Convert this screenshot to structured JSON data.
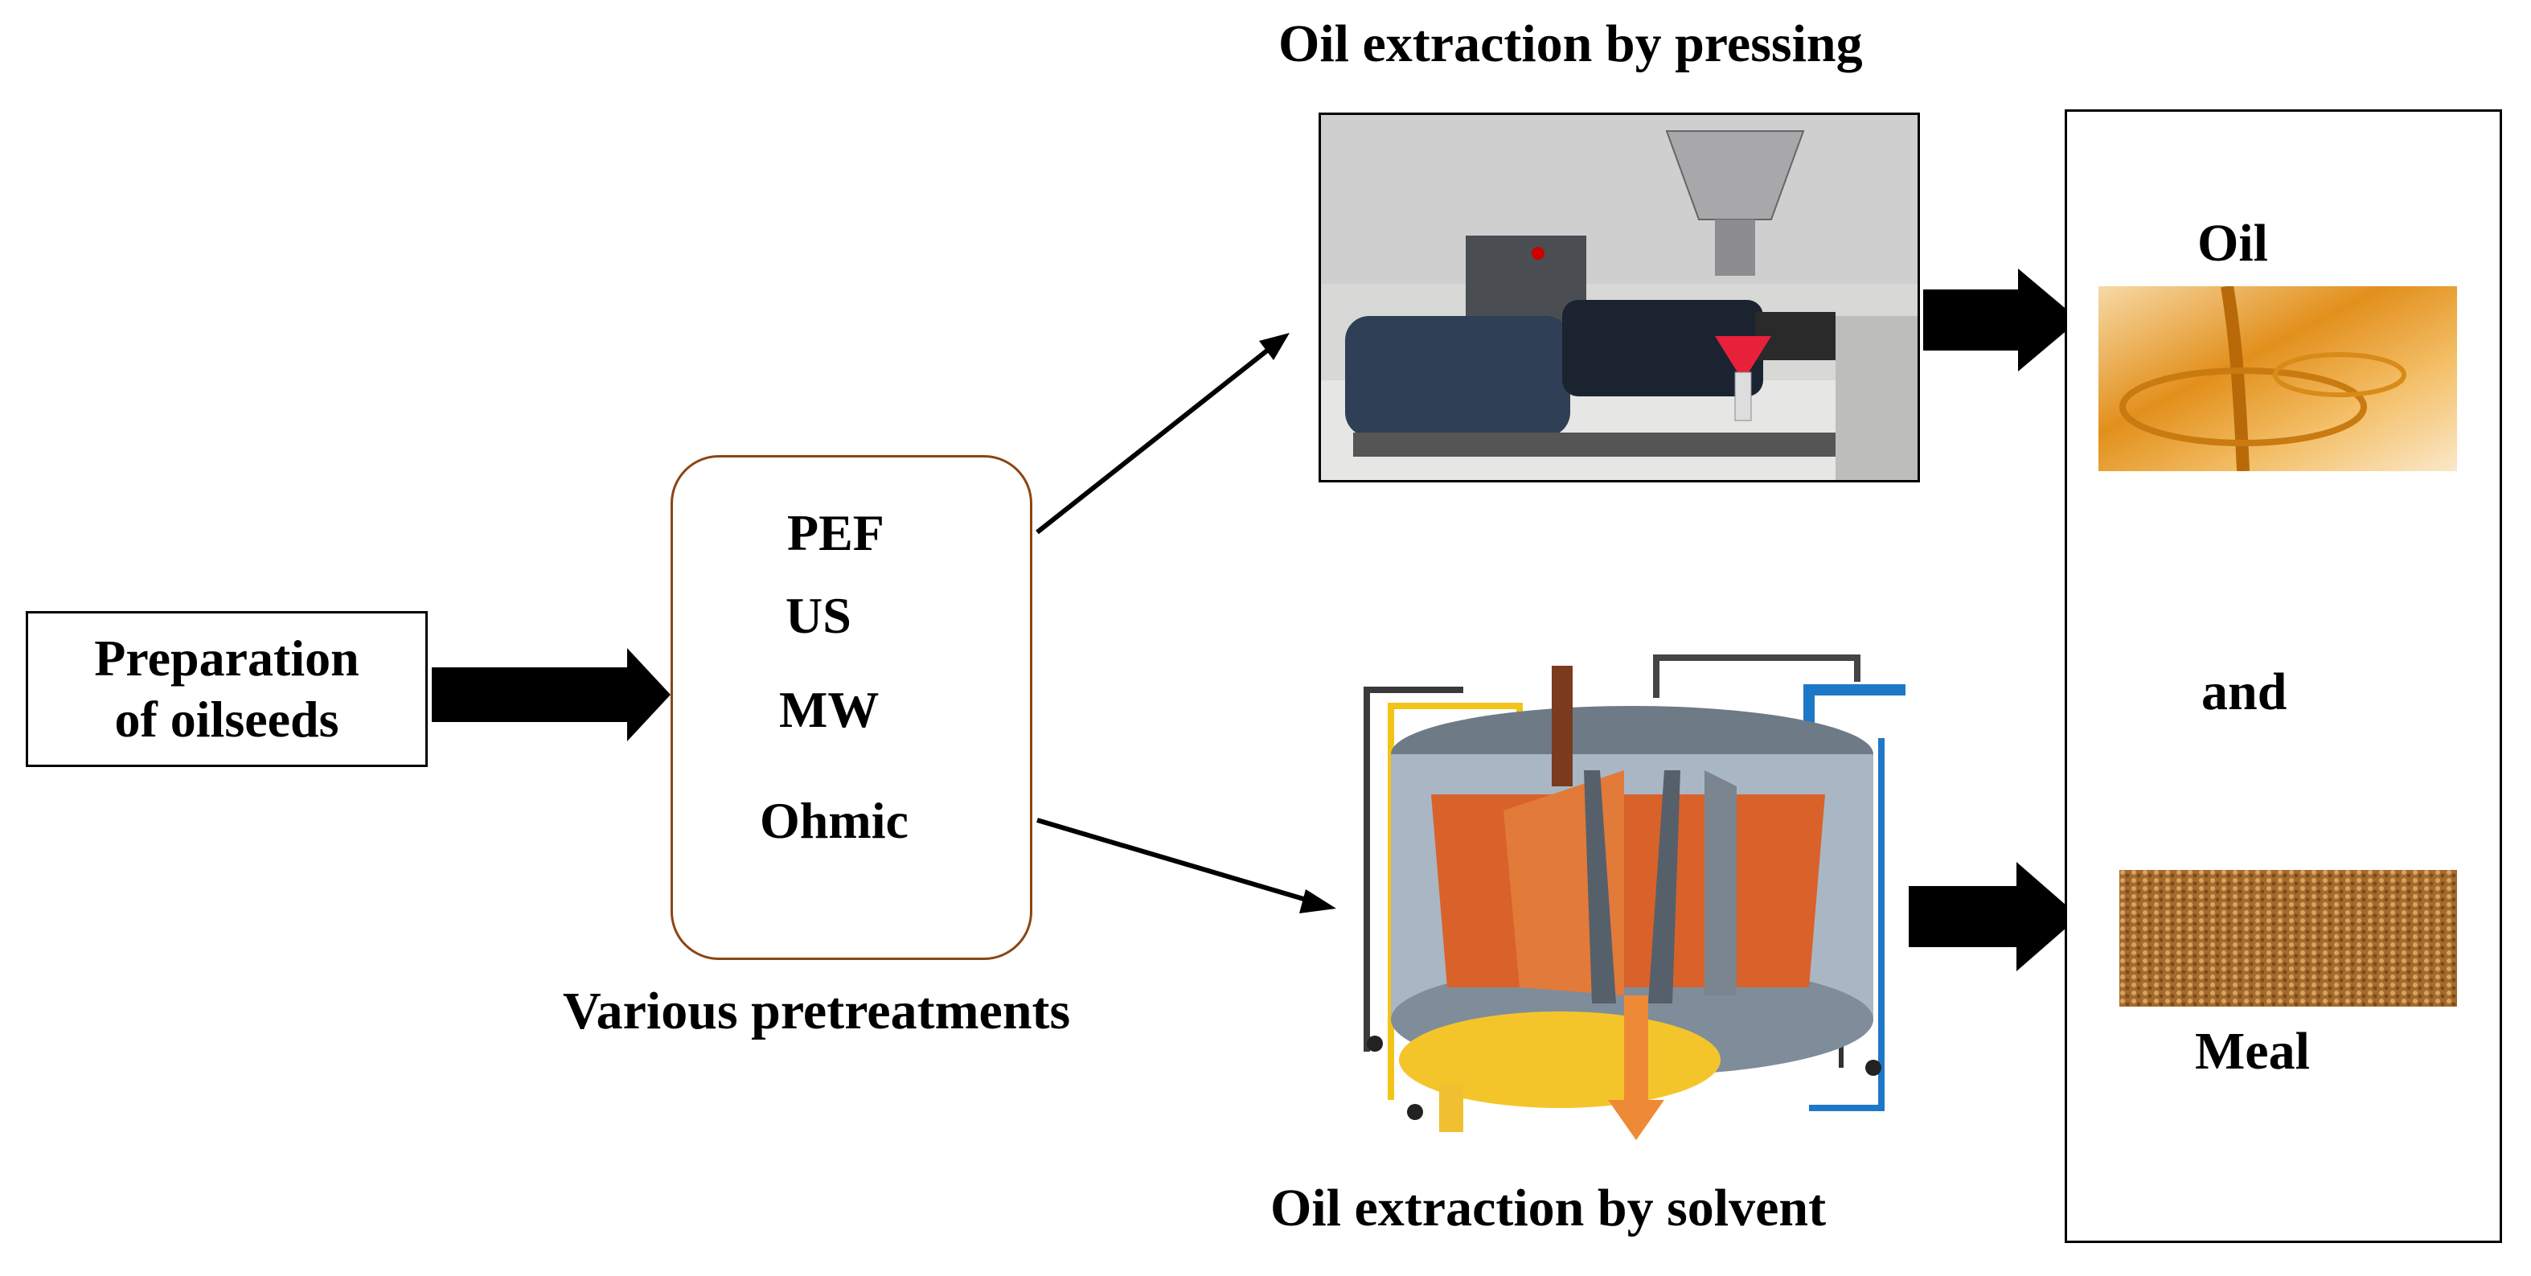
{
  "title_press": "Oil extraction by pressing",
  "title_solvent": "Oil extraction by solvent",
  "preparation": {
    "line1": "Preparation",
    "line2": "of oilseeds"
  },
  "pretreatments": {
    "caption": "Various pretreatments",
    "items": [
      "PEF",
      "US",
      "MW",
      "Ohmic"
    ]
  },
  "outputs": {
    "oil": "Oil",
    "and": "and",
    "meal": "Meal"
  },
  "colors": {
    "box_border_pretreatment": "#8b4513",
    "arrow": "#000000"
  },
  "icons": [
    "screw-press-photo",
    "solvent-extractor-illustration",
    "oil-photo",
    "meal-photo"
  ]
}
